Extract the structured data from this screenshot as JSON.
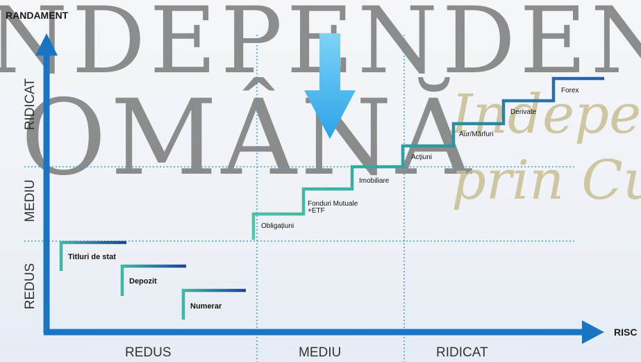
{
  "watermark": {
    "line1": "NDEPENDEN",
    "line2": "OMÂNĂ",
    "script1": "Independ",
    "script2": "prin Cult"
  },
  "axes": {
    "y_title": "RANDAMENT",
    "x_title": "RISC",
    "y_levels": [
      "REDUS",
      "MEDIU",
      "RIDICAT"
    ],
    "x_levels": [
      "REDUS",
      "MEDIU",
      "RIDICAT"
    ]
  },
  "staircase": [
    "Obligațiuni",
    "Fonduri Mutuale +ETF",
    "Imobiliare",
    "Acțiuni",
    "Aur/Mărfuri",
    "Derivate",
    "Forex"
  ],
  "low_risk": [
    "Titluri de stat",
    "Depozit",
    "Numerar"
  ],
  "colors": {
    "axis": "#1a74c4",
    "grid": "#3aa0e0",
    "arrow": "#2aa3e8",
    "stair_start": "#4ec9a8",
    "stair_end": "#2a5ea8"
  }
}
